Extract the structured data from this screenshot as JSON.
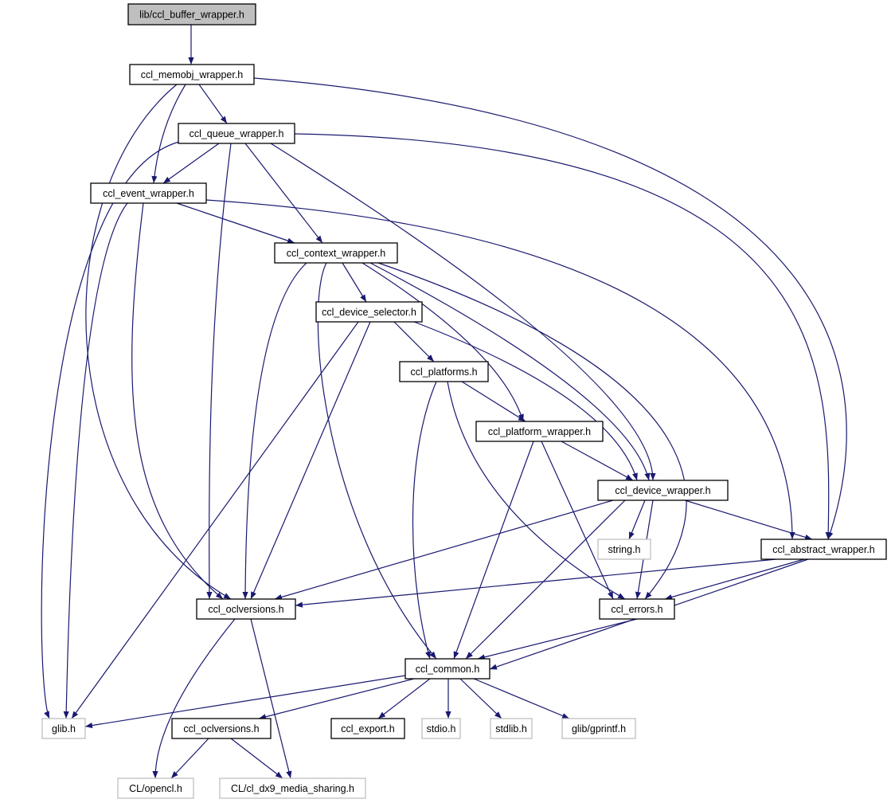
{
  "colors": {
    "edge": "#191970",
    "root_fill": "#bfbfbf",
    "node_border": "#000000",
    "system_border": "#bfbfbf"
  },
  "nodes": [
    {
      "id": "buffer",
      "label": "lib/ccl_buffer_wrapper.h",
      "kind": "root"
    },
    {
      "id": "memobj",
      "label": "ccl_memobj_wrapper.h",
      "kind": "local"
    },
    {
      "id": "queue",
      "label": "ccl_queue_wrapper.h",
      "kind": "local"
    },
    {
      "id": "event",
      "label": "ccl_event_wrapper.h",
      "kind": "local"
    },
    {
      "id": "context",
      "label": "ccl_context_wrapper.h",
      "kind": "local"
    },
    {
      "id": "devsel",
      "label": "ccl_device_selector.h",
      "kind": "local"
    },
    {
      "id": "platforms",
      "label": "ccl_platforms.h",
      "kind": "local"
    },
    {
      "id": "platwrap",
      "label": "ccl_platform_wrapper.h",
      "kind": "local"
    },
    {
      "id": "devwrap",
      "label": "ccl_device_wrapper.h",
      "kind": "local"
    },
    {
      "id": "string",
      "label": "string.h",
      "kind": "system"
    },
    {
      "id": "abstract",
      "label": "ccl_abstract_wrapper.h",
      "kind": "local"
    },
    {
      "id": "oclv",
      "label": "ccl_oclversions.h",
      "kind": "local"
    },
    {
      "id": "errors",
      "label": "ccl_errors.h",
      "kind": "local"
    },
    {
      "id": "common",
      "label": "ccl_common.h",
      "kind": "local"
    },
    {
      "id": "glib",
      "label": "glib.h",
      "kind": "system"
    },
    {
      "id": "oclv2",
      "label": "ccl_oclversions.h",
      "kind": "local"
    },
    {
      "id": "export",
      "label": "ccl_export.h",
      "kind": "local"
    },
    {
      "id": "stdio",
      "label": "stdio.h",
      "kind": "system"
    },
    {
      "id": "stdlib",
      "label": "stdlib.h",
      "kind": "system"
    },
    {
      "id": "gprintf",
      "label": "glib/gprintf.h",
      "kind": "system"
    },
    {
      "id": "opencl",
      "label": "CL/opencl.h",
      "kind": "system"
    },
    {
      "id": "dx9",
      "label": "CL/cl_dx9_media_sharing.h",
      "kind": "system"
    }
  ],
  "edges": [
    [
      "buffer",
      "memobj"
    ],
    [
      "memobj",
      "queue"
    ],
    [
      "memobj",
      "event"
    ],
    [
      "memobj",
      "oclv"
    ],
    [
      "memobj",
      "abstract"
    ],
    [
      "queue",
      "event"
    ],
    [
      "queue",
      "glib"
    ],
    [
      "queue",
      "oclv"
    ],
    [
      "queue",
      "context"
    ],
    [
      "queue",
      "devwrap"
    ],
    [
      "queue",
      "abstract"
    ],
    [
      "event",
      "context"
    ],
    [
      "event",
      "glib"
    ],
    [
      "event",
      "oclv"
    ],
    [
      "event",
      "abstract"
    ],
    [
      "context",
      "oclv"
    ],
    [
      "context",
      "common"
    ],
    [
      "context",
      "devsel"
    ],
    [
      "context",
      "platwrap"
    ],
    [
      "context",
      "devwrap"
    ],
    [
      "context",
      "errors"
    ],
    [
      "devsel",
      "glib"
    ],
    [
      "devsel",
      "oclv"
    ],
    [
      "devsel",
      "platforms"
    ],
    [
      "devsel",
      "devwrap"
    ],
    [
      "platforms",
      "common"
    ],
    [
      "platforms",
      "errors"
    ],
    [
      "platforms",
      "platwrap"
    ],
    [
      "platwrap",
      "devwrap"
    ],
    [
      "platwrap",
      "errors"
    ],
    [
      "platwrap",
      "common"
    ],
    [
      "devwrap",
      "string"
    ],
    [
      "devwrap",
      "oclv"
    ],
    [
      "devwrap",
      "common"
    ],
    [
      "devwrap",
      "errors"
    ],
    [
      "devwrap",
      "abstract"
    ],
    [
      "abstract",
      "oclv"
    ],
    [
      "abstract",
      "errors"
    ],
    [
      "abstract",
      "common"
    ],
    [
      "errors",
      "common"
    ],
    [
      "oclv",
      "opencl"
    ],
    [
      "oclv",
      "dx9"
    ],
    [
      "common",
      "glib"
    ],
    [
      "common",
      "oclv2"
    ],
    [
      "common",
      "export"
    ],
    [
      "common",
      "stdio"
    ],
    [
      "common",
      "stdlib"
    ],
    [
      "common",
      "gprintf"
    ],
    [
      "oclv2",
      "opencl"
    ],
    [
      "oclv2",
      "dx9"
    ]
  ]
}
